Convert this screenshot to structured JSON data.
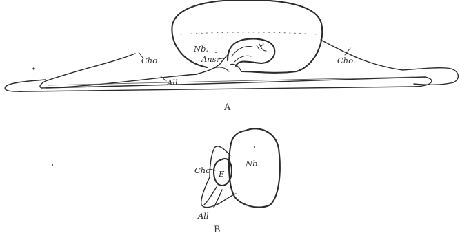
{
  "figure": {
    "panels": [
      {
        "id": "A",
        "label": "A",
        "annotations": {
          "nb": "Nb.",
          "cho_left": "Cho",
          "cho_right": "Cho.",
          "ans": "Ans.",
          "all": "All."
        }
      },
      {
        "id": "B",
        "label": "B",
        "annotations": {
          "nb": "Nb.",
          "cho": "Cho",
          "e": "E",
          "all": "All"
        }
      }
    ]
  }
}
